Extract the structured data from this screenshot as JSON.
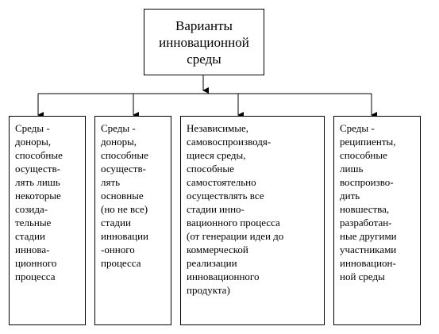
{
  "root": {
    "lines": [
      "Варианты",
      "инновационной",
      "среды"
    ]
  },
  "boxes": [
    {
      "lines": [
        "Среды -",
        "доноры,",
        "способные",
        "осуществ-",
        "лять лишь",
        "некоторые",
        "созида-",
        "тельные",
        "стадии",
        "иннова-",
        "ционного",
        "процесса"
      ]
    },
    {
      "lines": [
        "Среды -",
        "доноры,",
        "способные",
        "осуществ-",
        "лять",
        "основные",
        "(но не все)",
        "стадии",
        "инновации",
        "-онного",
        "процесса"
      ]
    },
    {
      "lines": [
        "Независимые,",
        "самовоспроизводя-",
        "щиеся среды,",
        "способные",
        "самостоятельно",
        "осуществлять все",
        "стадии инно-",
        "вационного процесса",
        "(от генерации идеи до",
        "коммерческой",
        "реализации",
        "инновационного",
        "продукта)"
      ]
    },
    {
      "lines": [
        "Среды -",
        "реципиенты,",
        "способные",
        "лишь",
        "воспроизво-",
        "дить",
        "новшества,",
        "разработан-",
        "ные другими",
        "участниками",
        "инновацион-",
        "ной среды"
      ]
    }
  ]
}
